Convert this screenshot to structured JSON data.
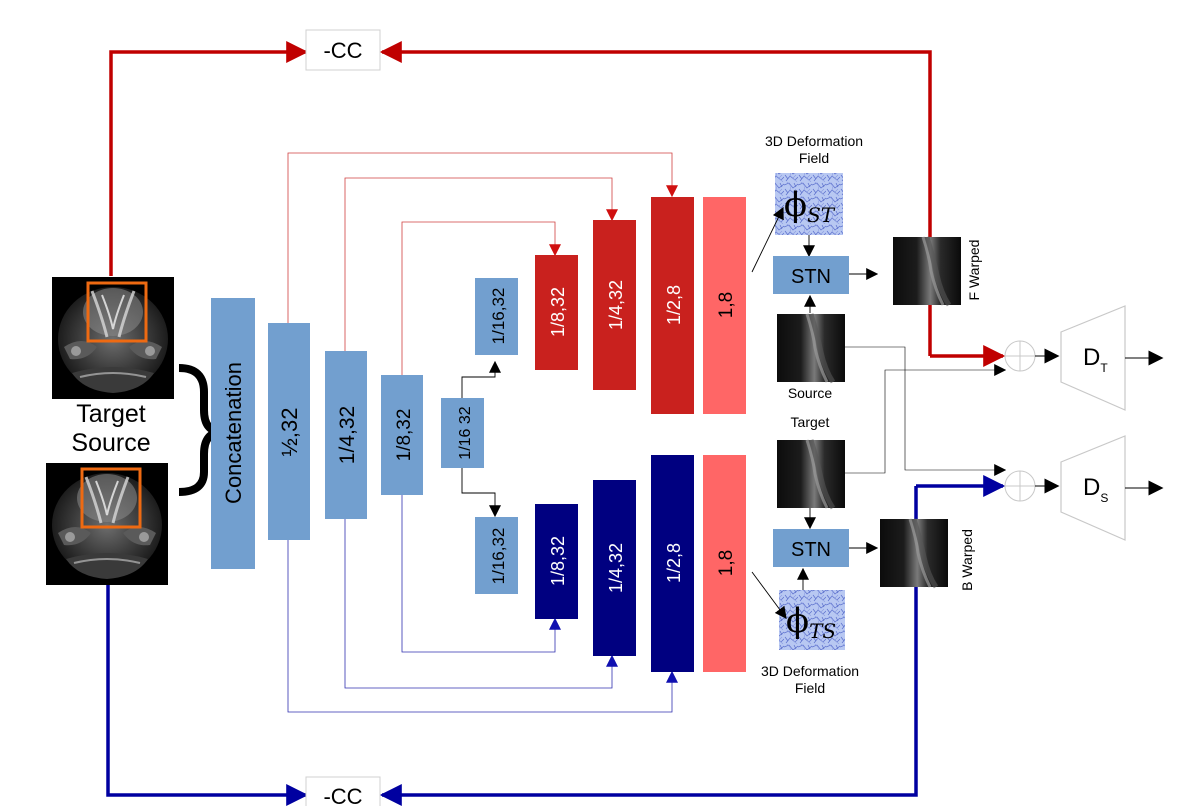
{
  "loss_top": {
    "label": "-CC"
  },
  "loss_bottom": {
    "label": "-CC"
  },
  "inputs": {
    "target_label": "Target",
    "source_label": "Source"
  },
  "encoder": {
    "concat_label": "Concatenation",
    "blocks": [
      {
        "label": "½,32"
      },
      {
        "label": "1/4,32"
      },
      {
        "label": "1/8,32"
      },
      {
        "label": "1/16 32"
      }
    ]
  },
  "decoder_top": {
    "blocks": [
      {
        "label": "1/16,32"
      },
      {
        "label": "1/8,32"
      },
      {
        "label": "1/4,32"
      },
      {
        "label": "1/2,8"
      },
      {
        "label": "1,8"
      }
    ]
  },
  "decoder_bottom": {
    "blocks": [
      {
        "label": "1/16,32"
      },
      {
        "label": "1/8,32"
      },
      {
        "label": "1/4,32"
      },
      {
        "label": "1/2,8"
      },
      {
        "label": "1,8"
      }
    ]
  },
  "field_top": {
    "title_line1": "3D Deformation",
    "title_line2": "Field",
    "symbol": "ϕ",
    "subscript": "ST"
  },
  "field_bottom": {
    "title_line1": "3D Deformation",
    "title_line2": "Field",
    "symbol": "ϕ",
    "subscript": "TS"
  },
  "stn_top": {
    "label": "STN"
  },
  "stn_bottom": {
    "label": "STN"
  },
  "patches": {
    "source_label": "Source",
    "target_label": "Target"
  },
  "warped_top": {
    "label": "F Warped"
  },
  "warped_bottom": {
    "label": "B Warped"
  },
  "disc_top": {
    "label": "D",
    "subscript": "T"
  },
  "disc_bottom": {
    "label": "D",
    "subscript": "S"
  },
  "colors": {
    "red_path": "#c00000",
    "blue_path": "#0000a0",
    "encoder_blue": "#729fcf",
    "decoder_red": "#c9211e",
    "decoder_blue": "#000080",
    "final_salmon": "#ff6666",
    "field_lavender": "#b4c7f0"
  }
}
